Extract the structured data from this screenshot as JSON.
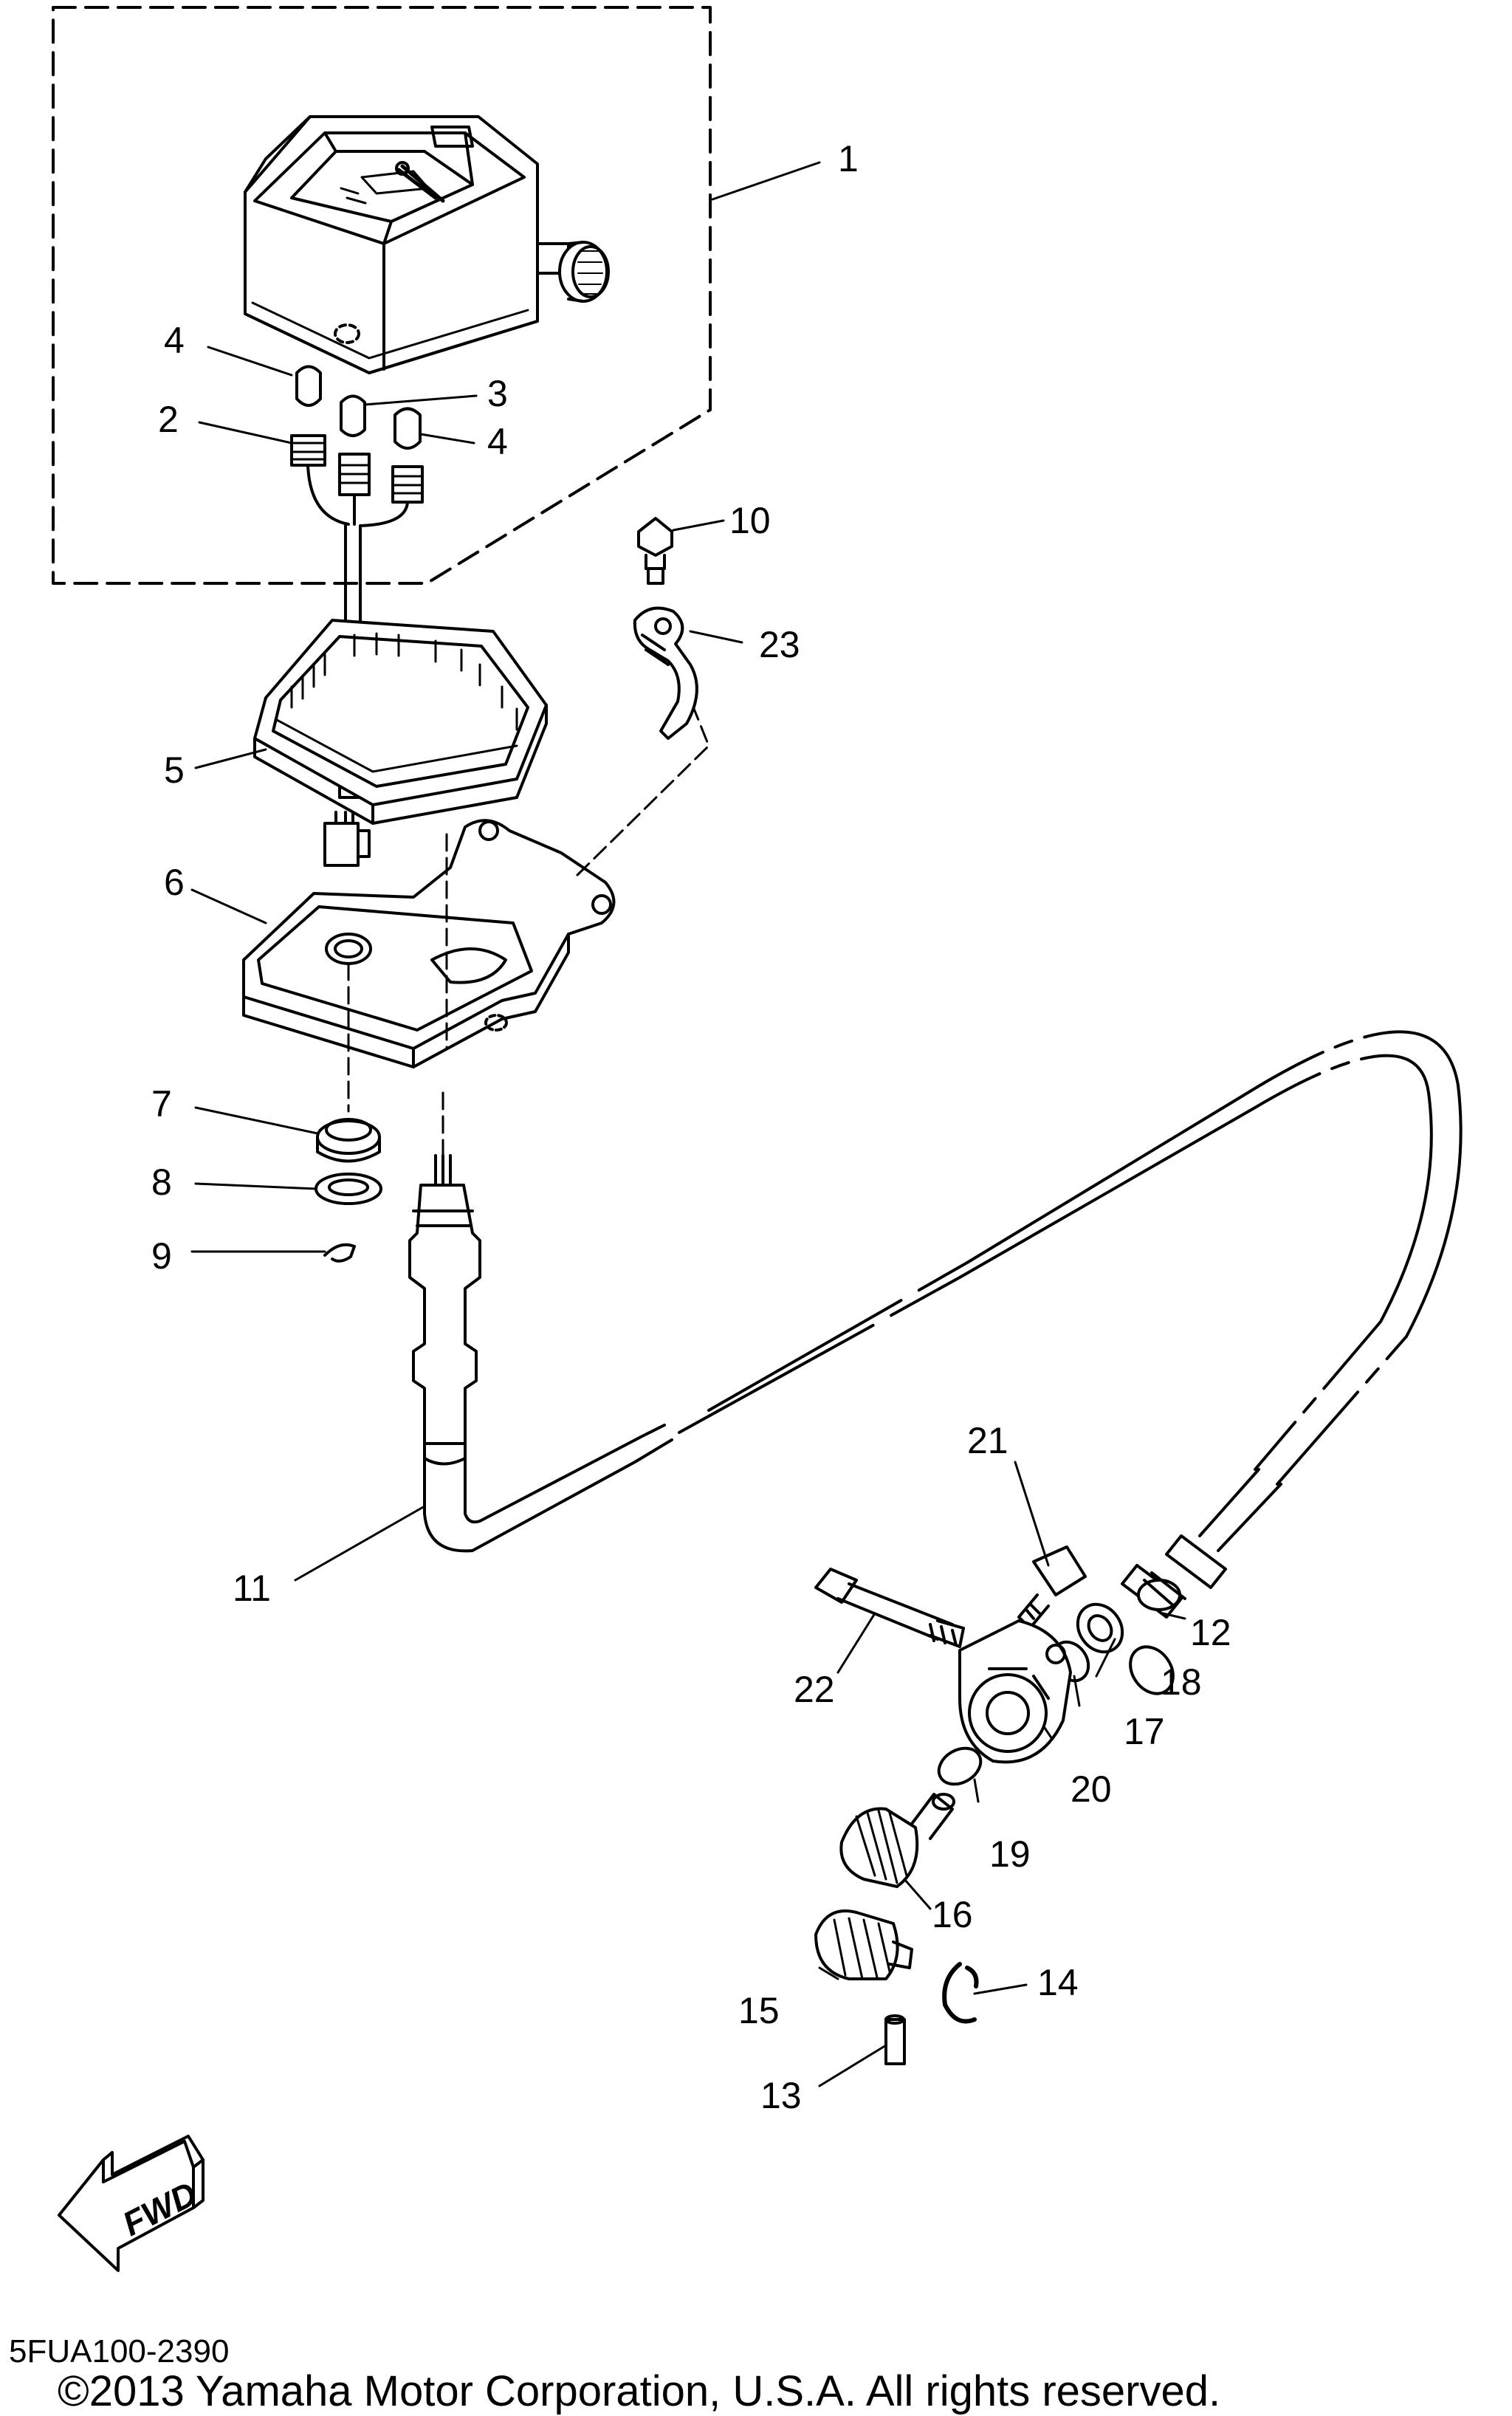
{
  "callouts": {
    "n1": "1",
    "n2": "2",
    "n3": "3",
    "n4a": "4",
    "n4b": "4",
    "n5": "5",
    "n6": "6",
    "n7": "7",
    "n8": "8",
    "n9": "9",
    "n10": "10",
    "n11": "11",
    "n12": "12",
    "n13": "13",
    "n14": "14",
    "n15": "15",
    "n16": "16",
    "n17": "17",
    "n18": "18",
    "n19": "19",
    "n20": "20",
    "n21": "21",
    "n22": "22",
    "n23": "23"
  },
  "fwd_label": "FWD",
  "diagram_code": "5FUA100-2390",
  "copyright": "©2013 Yamaha Motor Corporation, U.S.A. All rights reserved."
}
